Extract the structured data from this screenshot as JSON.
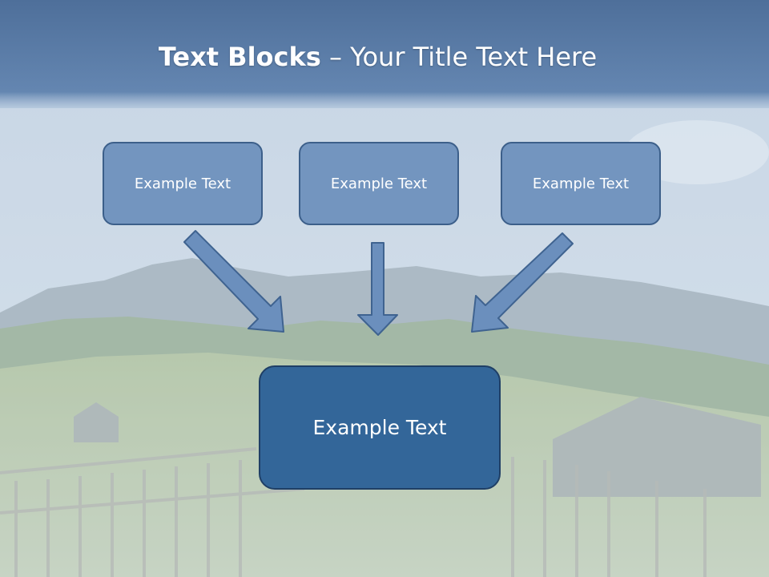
{
  "slide": {
    "title_bold": "Text Blocks",
    "title_dash": " – ",
    "title_rest": "Your Title Text Here"
  },
  "blocks": {
    "top": [
      {
        "label": "Example Text"
      },
      {
        "label": "Example Text"
      },
      {
        "label": "Example Text"
      }
    ],
    "center": {
      "label": "Example Text"
    }
  },
  "colors": {
    "header_band": "#5679a6",
    "small_block_fill": "#7395bf",
    "small_block_border": "#3c5f8a",
    "big_block_fill": "#336699",
    "big_block_border": "#1f3f66",
    "arrow_fill": "#6b8fbd",
    "arrow_stroke": "#3f6390"
  }
}
